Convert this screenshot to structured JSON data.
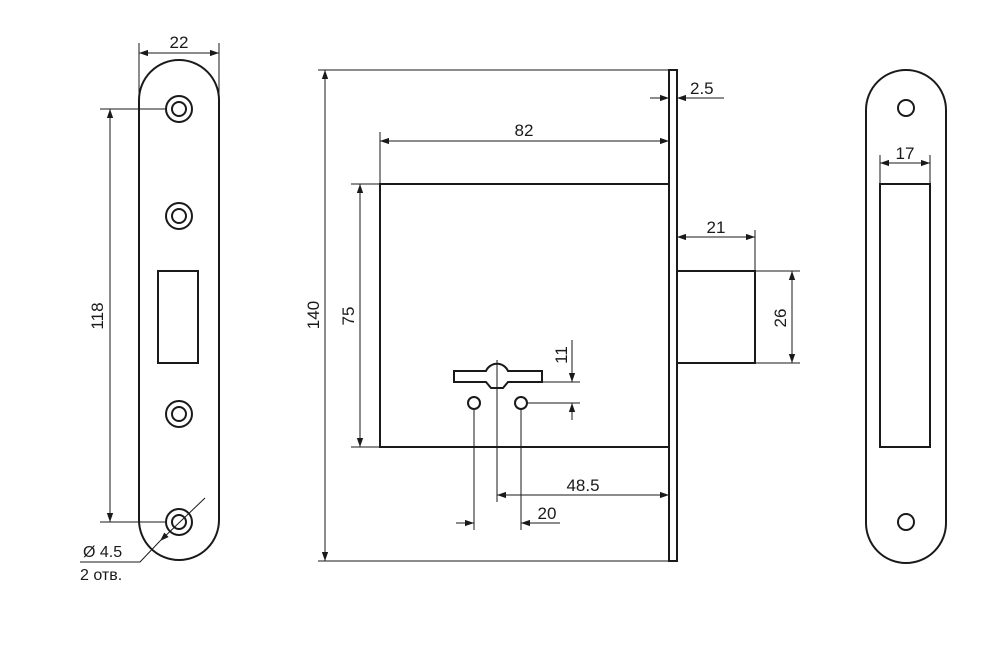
{
  "dimensions": {
    "faceplate_width": "22",
    "screw_spacing": "118",
    "hole_diameter": "Ø 4.5",
    "hole_count": "2 отв.",
    "total_height": "140",
    "body_height": "75",
    "body_depth": "82",
    "faceplate_thickness": "2.5",
    "bolt_throw": "21",
    "bolt_height": "26",
    "keyhole_offset": "11",
    "backset": "48.5",
    "hole_spacing": "20",
    "strike_opening_width": "17"
  }
}
